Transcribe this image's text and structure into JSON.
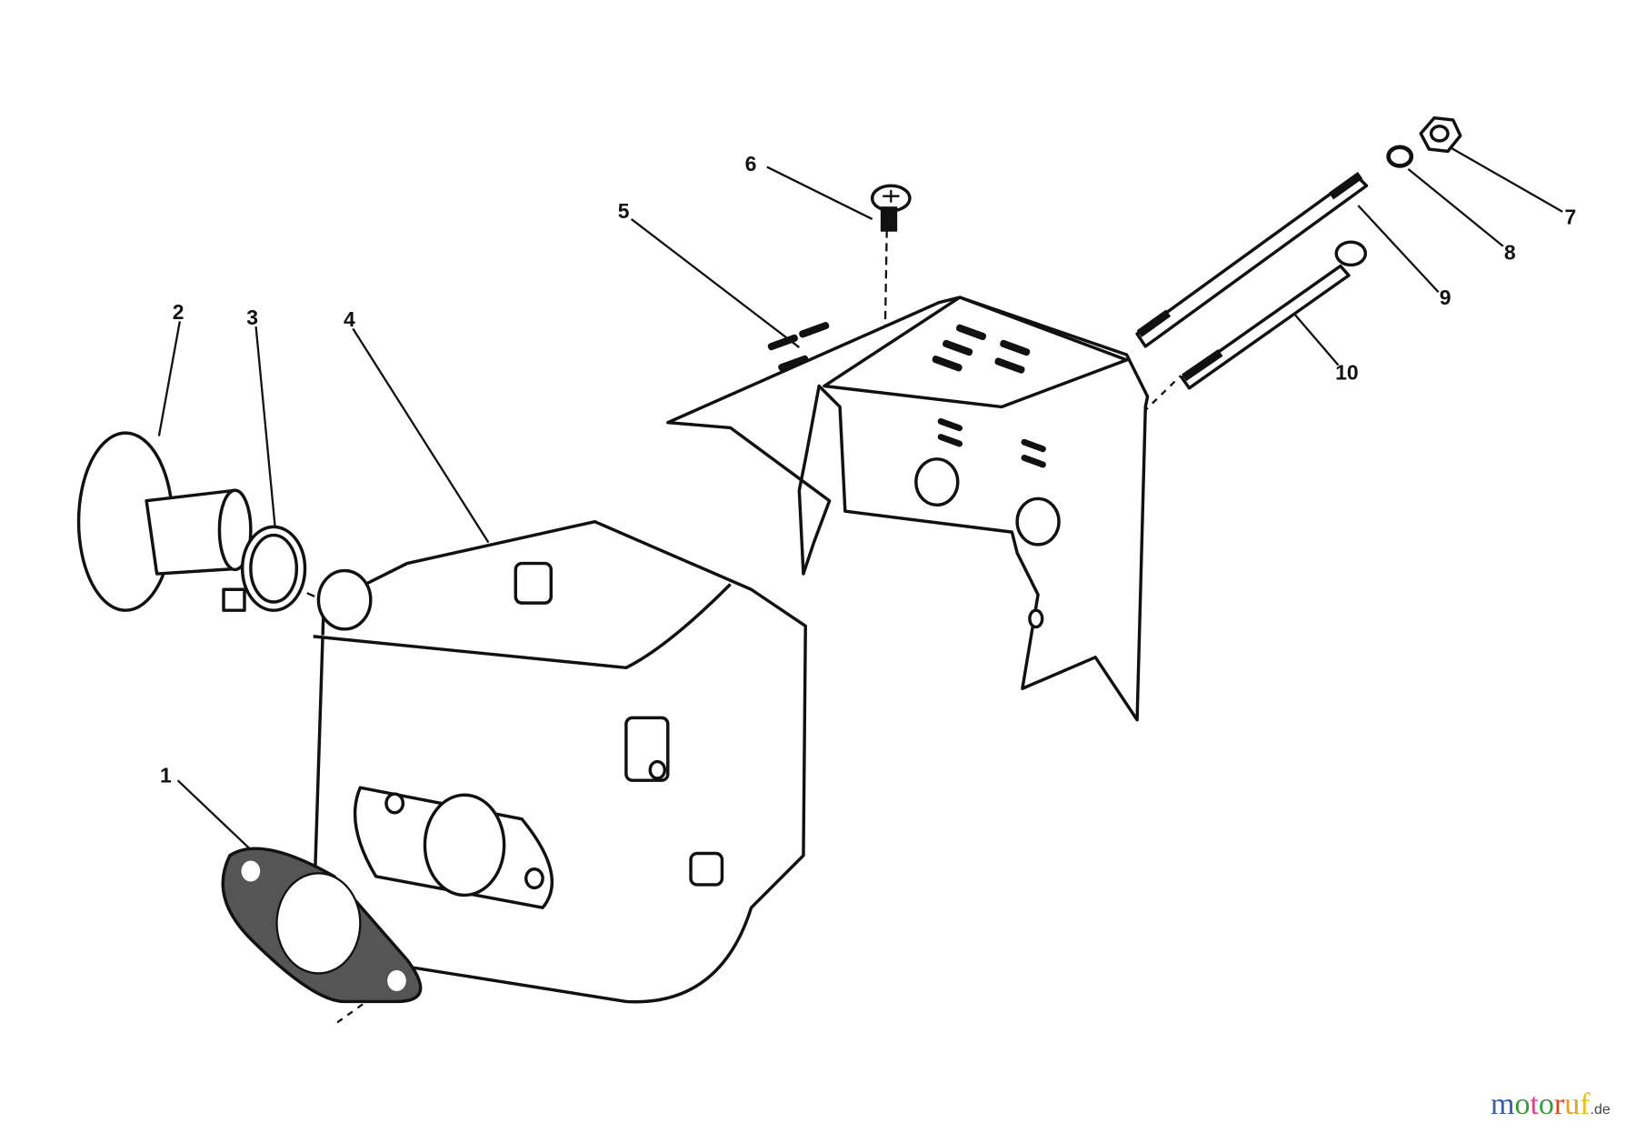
{
  "diagram": {
    "callouts": [
      {
        "number": "1",
        "part": "gasket"
      },
      {
        "number": "2",
        "part": "deflector"
      },
      {
        "number": "3",
        "part": "clamp"
      },
      {
        "number": "4",
        "part": "muffler"
      },
      {
        "number": "5",
        "part": "heat-shield"
      },
      {
        "number": "6",
        "part": "screw"
      },
      {
        "number": "7",
        "part": "nut"
      },
      {
        "number": "8",
        "part": "lock-washer"
      },
      {
        "number": "9",
        "part": "stud"
      },
      {
        "number": "10",
        "part": "bolt"
      }
    ]
  },
  "watermark": {
    "text": "motoruf",
    "suffix": ".de",
    "colors": [
      "#3b5ba9",
      "#3b9a3b",
      "#e0408a",
      "#3b9a3b",
      "#d9472b",
      "#e8a020",
      "#e8c020"
    ]
  }
}
